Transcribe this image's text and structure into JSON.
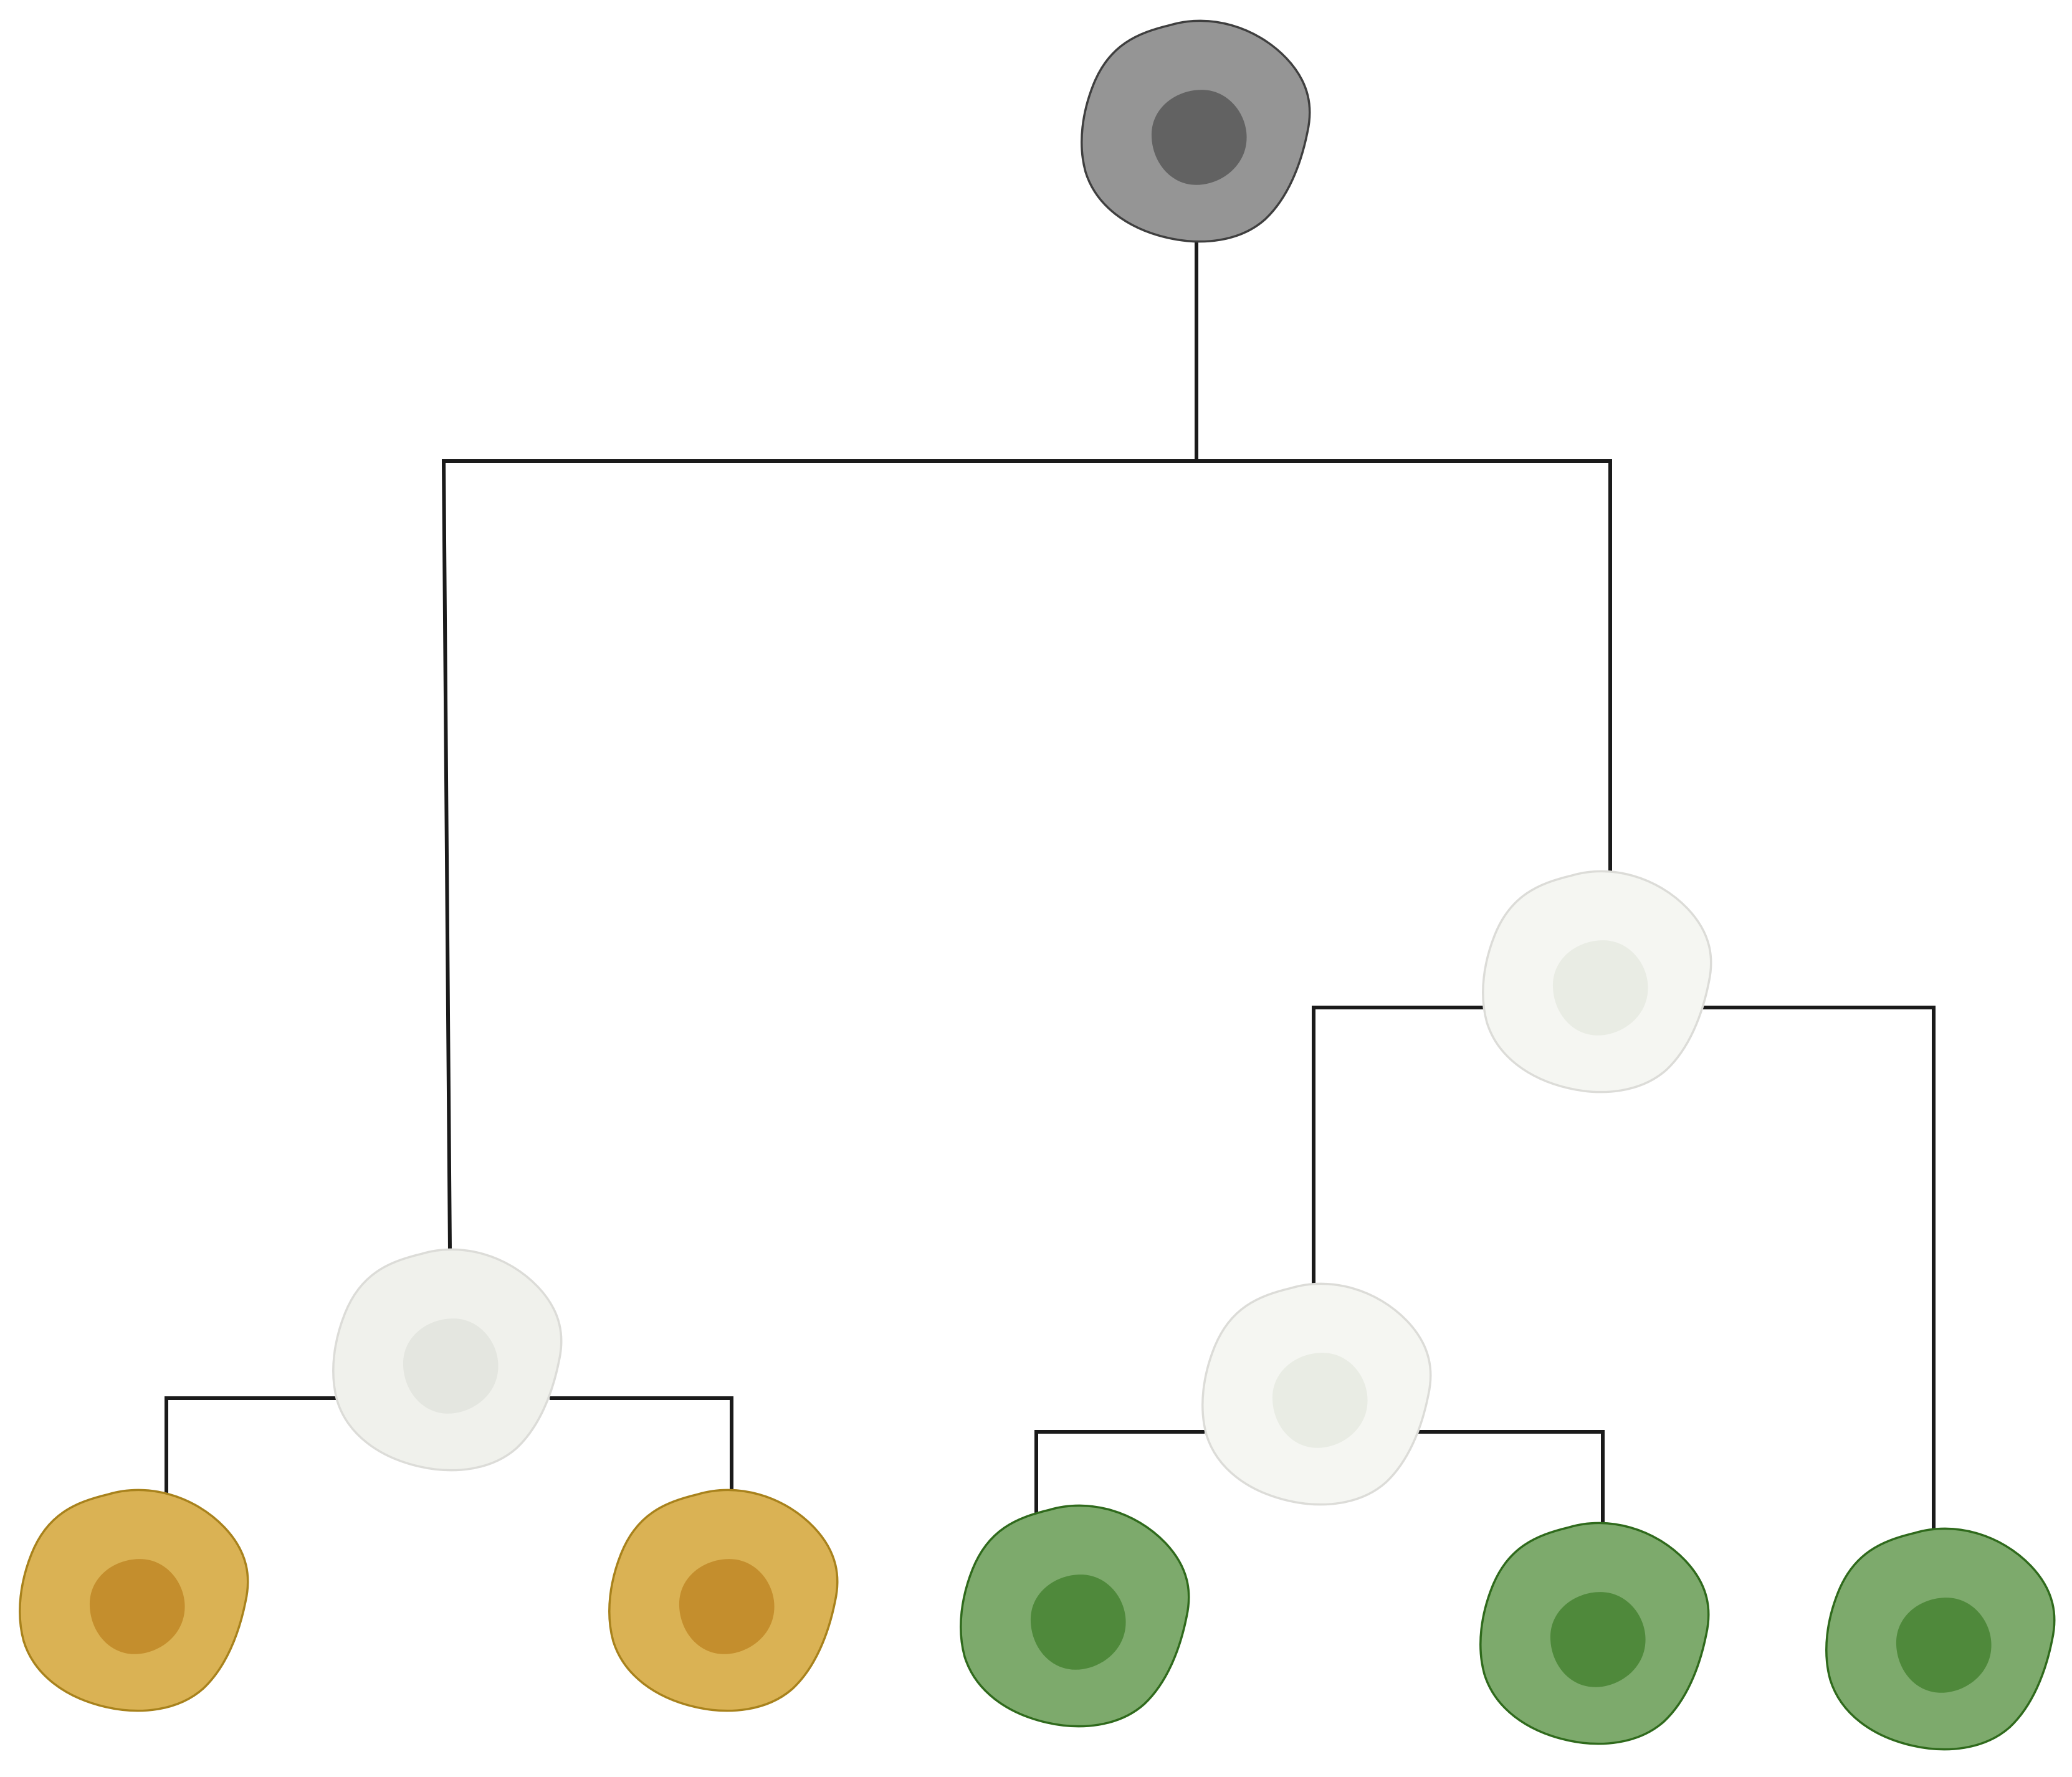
{
  "diagram": {
    "type": "cell-lineage-tree",
    "line_color": "#1a1a1a",
    "nodes": [
      {
        "id": "stem",
        "name": "stem-cell",
        "state": "undifferentiated",
        "fill": "#959595",
        "stroke": "#3f3f3f",
        "nucleus": "#626262"
      },
      {
        "id": "progenitor-left",
        "name": "progenitor-cell-left",
        "state": "intermediate",
        "fill": "#f0f1ec",
        "stroke": "#dcdcd8",
        "nucleus": "#e4e6e0"
      },
      {
        "id": "progenitor-right",
        "name": "progenitor-cell-right",
        "state": "intermediate",
        "fill": "#f5f6f2",
        "stroke": "#dcdcd8",
        "nucleus": "#e9ece4"
      },
      {
        "id": "progenitor-right-sub",
        "name": "progenitor-cell-right-sub",
        "state": "intermediate",
        "fill": "#f5f6f2",
        "stroke": "#dcdcd8",
        "nucleus": "#e9ece4"
      },
      {
        "id": "yellow-1",
        "name": "differentiated-cell-yellow-1",
        "state": "differentiated",
        "fill": "#dab254",
        "stroke": "#a8821c",
        "nucleus": "#c48e2d"
      },
      {
        "id": "yellow-2",
        "name": "differentiated-cell-yellow-2",
        "state": "differentiated",
        "fill": "#dab254",
        "stroke": "#a8821c",
        "nucleus": "#c48e2d"
      },
      {
        "id": "green-1",
        "name": "differentiated-cell-green-1",
        "state": "differentiated",
        "fill": "#7daa6c",
        "stroke": "#2f6a1c",
        "nucleus": "#4f893b"
      },
      {
        "id": "green-2",
        "name": "differentiated-cell-green-2",
        "state": "differentiated",
        "fill": "#7daa6c",
        "stroke": "#2f6a1c",
        "nucleus": "#4f893b"
      },
      {
        "id": "green-3",
        "name": "differentiated-cell-green-3",
        "state": "differentiated",
        "fill": "#7daa6c",
        "stroke": "#2f6a1c",
        "nucleus": "#4f893b"
      }
    ],
    "edges": [
      {
        "from": "stem",
        "to": "progenitor-left"
      },
      {
        "from": "stem",
        "to": "progenitor-right"
      },
      {
        "from": "progenitor-left",
        "to": "yellow-1"
      },
      {
        "from": "progenitor-left",
        "to": "yellow-2"
      },
      {
        "from": "progenitor-right",
        "to": "progenitor-right-sub"
      },
      {
        "from": "progenitor-right",
        "to": "green-3"
      },
      {
        "from": "progenitor-right-sub",
        "to": "green-1"
      },
      {
        "from": "progenitor-right-sub",
        "to": "green-2"
      }
    ]
  }
}
